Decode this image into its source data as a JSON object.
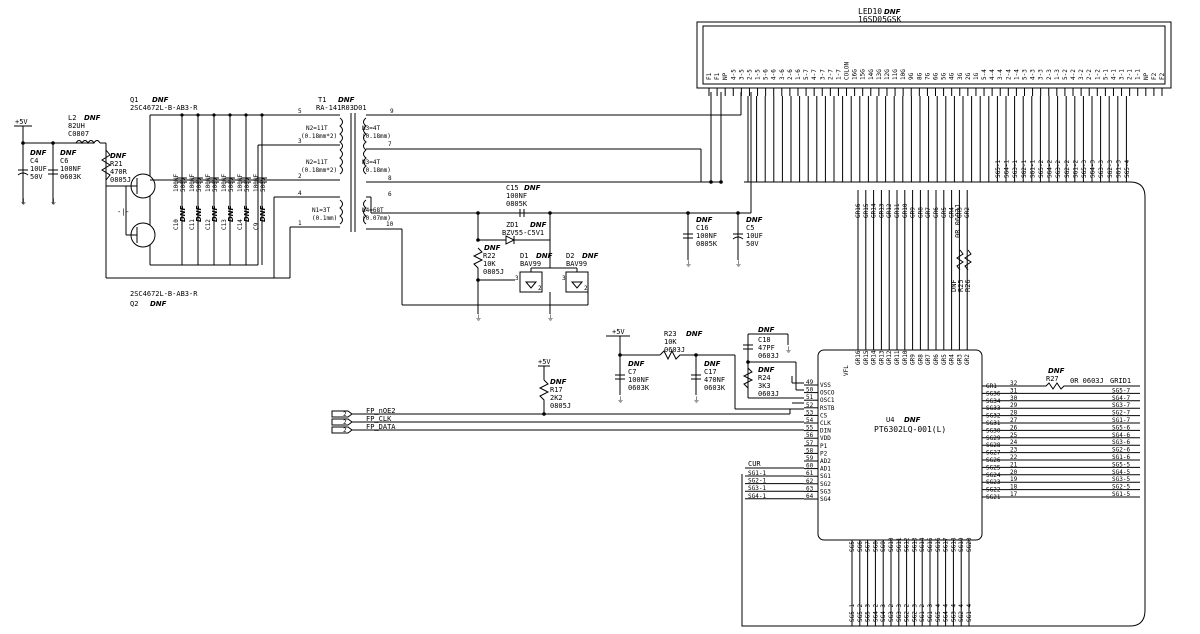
{
  "led": {
    "ref": "LED10",
    "dnf": "DNF",
    "part": "16SD05GSK",
    "pins_top": [
      "F1",
      "F1",
      "NP",
      "4-5",
      "3-5",
      "2-5",
      "1-5",
      "5-6",
      "4-6",
      "3-6",
      "2-6",
      "1-6",
      "5-7",
      "4-7",
      "3-7",
      "2-7",
      "1-7",
      "COLON",
      "16G",
      "15G",
      "14G",
      "13G",
      "12G",
      "11G",
      "10G",
      "9G",
      "8G",
      "7G",
      "6G",
      "5G",
      "4G",
      "3G",
      "2G",
      "1G",
      "5-4",
      "4-4",
      "3-4",
      "2-4",
      "1-4",
      "5-3",
      "4-3",
      "3-3",
      "2-3",
      "1-3",
      "5-2",
      "4-2",
      "3-2",
      "2-2",
      "1-2",
      "5-1",
      "4-1",
      "3-1",
      "2-1",
      "1-1",
      "NP",
      "F2",
      "F2"
    ]
  },
  "power": {
    "v5": "+5V"
  },
  "l2": {
    "ref": "L2",
    "dnf": "DNF",
    "val": "82UH",
    "pkg": "C0807"
  },
  "c4": {
    "ref": "C4",
    "dnf": "DNF",
    "val": "10UF",
    "volt": "50V"
  },
  "c6": {
    "ref": "C6",
    "dnf": "DNF",
    "val": "100NF",
    "pkg": "0603K"
  },
  "r21": {
    "ref": "R21",
    "dnf": "DNF",
    "val": "470R",
    "pkg": "0805J"
  },
  "q1": {
    "ref": "Q1",
    "dnf": "DNF",
    "part": "2SC4672L-B-AB3-R"
  },
  "q2": {
    "ref": "Q2",
    "dnf": "DNF",
    "part": "2SC4672L-B-AB3-R"
  },
  "t1": {
    "ref": "T1",
    "dnf": "DNF",
    "part": "RA-141R03D01",
    "windings": [
      "N2=11T",
      "(0.18mm*2)",
      "N2=11T",
      "(0.18mm*2)",
      "N1=3T",
      "(0.1mm)",
      "N3=4T",
      "(0.18mm)",
      "N3=4T",
      "(0.18mm)",
      "N4=68T",
      "(0.07mm)"
    ],
    "pins": [
      "5",
      "3",
      "2",
      "4",
      "1",
      "9",
      "7",
      "8",
      "6",
      "10"
    ]
  },
  "caps_bank": [
    "C10",
    "C11",
    "C12",
    "C13",
    "C14",
    "C9"
  ],
  "cap_vals": [
    "100NF",
    "500V"
  ],
  "c15": {
    "ref": "C15",
    "dnf": "DNF",
    "val": "100NF",
    "pkg": "0805K"
  },
  "zd1": {
    "ref": "ZD1",
    "dnf": "DNF",
    "part": "BZV55-C5V1"
  },
  "r22": {
    "ref": "R22",
    "dnf": "DNF",
    "val": "10K",
    "pkg": "0805J"
  },
  "d1": {
    "ref": "D1",
    "dnf": "DNF",
    "part": "BAV99"
  },
  "d2": {
    "ref": "D2",
    "dnf": "DNF",
    "part": "BAV99"
  },
  "c16": {
    "ref": "C16",
    "dnf": "DNF",
    "val": "100NF",
    "pkg": "0805K"
  },
  "c5": {
    "ref": "C5",
    "dnf": "DNF",
    "val": "10UF",
    "volt": "50V"
  },
  "r17": {
    "ref": "R17",
    "dnf": "DNF",
    "val": "2K2",
    "pkg": "0805J"
  },
  "c7": {
    "ref": "C7",
    "dnf": "DNF",
    "val": "100NF",
    "pkg": "0603K"
  },
  "r23": {
    "ref": "R23",
    "dnf": "DNF",
    "val": "10K",
    "pkg": "0603J"
  },
  "c17": {
    "ref": "C17",
    "dnf": "DNF",
    "val": "470NF",
    "pkg": "0603K"
  },
  "c18": {
    "ref": "C18",
    "dnf": "DNF",
    "val": "47PF",
    "pkg": "0603J"
  },
  "r24": {
    "ref": "R24",
    "dnf": "DNF",
    "val": "3K3",
    "pkg": "0603J"
  },
  "r27": {
    "ref": "R27",
    "dnf": "DNF",
    "val": "0R 0603J",
    "net": "GRID1"
  },
  "r25_26": {
    "refs": [
      "R25",
      "R26"
    ],
    "dnf": "DNF",
    "val": "0R 0603J"
  },
  "u4": {
    "ref": "U4",
    "dnf": "DNF",
    "part": "PT6302LQ-001(L)",
    "left_pins": [
      [
        "49",
        "VSS"
      ],
      [
        "50",
        "OSCO"
      ],
      [
        "51",
        "OSC1"
      ],
      [
        "52",
        "RSTB"
      ],
      [
        "53",
        "CS"
      ],
      [
        "54",
        "CLK"
      ],
      [
        "55",
        "DIN"
      ],
      [
        "56",
        "VDD"
      ],
      [
        "57",
        "P1"
      ],
      [
        "58",
        "P2"
      ],
      [
        "59",
        "AD2"
      ],
      [
        "60",
        "AD1"
      ],
      [
        "61",
        "SG1"
      ],
      [
        "62",
        "SG2"
      ],
      [
        "63",
        "SG3"
      ],
      [
        "64",
        "SG4"
      ]
    ],
    "right_pins": [
      [
        "32",
        "GR1"
      ],
      [
        "31",
        "SG36"
      ],
      [
        "30",
        "SG34"
      ],
      [
        "29",
        "SG33"
      ],
      [
        "28",
        "SG32"
      ],
      [
        "27",
        "SG31"
      ],
      [
        "26",
        "SG30"
      ],
      [
        "25",
        "SG29"
      ],
      [
        "24",
        "SG28"
      ],
      [
        "23",
        "SG27"
      ],
      [
        "22",
        "SG26"
      ],
      [
        "21",
        "SG25"
      ],
      [
        "20",
        "SG24"
      ],
      [
        "19",
        "SG23"
      ],
      [
        "18",
        "SG22"
      ],
      [
        "17",
        "SG21"
      ]
    ],
    "top_pins": [
      "GR16",
      "GR15",
      "GR14",
      "GR13",
      "GR12",
      "GR11",
      "GR10",
      "GR9",
      "GR8",
      "GR7",
      "GR6",
      "GR5",
      "GR4",
      "GR3",
      "GR2"
    ],
    "vfl": "VFL",
    "bottom_pins": [
      "SG5",
      "SG6",
      "SG7",
      "SG8",
      "SG9",
      "SG10",
      "SG11",
      "SG12",
      "SG13",
      "SG14",
      "SG15",
      "SG16",
      "SG17",
      "SG18",
      "SG19",
      "SG20"
    ]
  },
  "nets": {
    "left": [
      "FP_nOE2",
      "FP_CLK",
      "FP_DATA"
    ],
    "port_num": "2",
    "cur": "CUR",
    "sg_left": [
      "SG1-1",
      "SG2-1",
      "SG3-1",
      "SG4-1"
    ],
    "sg_right": [
      "SG5-7",
      "SG4-7",
      "SG3-7",
      "SG2-7",
      "SG1-7",
      "SG5-6",
      "SG4-6",
      "SG3-6",
      "SG2-6",
      "SG1-6",
      "SG5-5",
      "SG4-5",
      "SG3-5",
      "SG2-5",
      "SG1-5"
    ],
    "gr_top": [
      "GR16",
      "GR15",
      "GR14",
      "GR13",
      "GR12",
      "GR11",
      "GR10",
      "GR9",
      "GR8",
      "GR7",
      "GR6",
      "GR5",
      "GR4",
      "GR3",
      "GR2"
    ],
    "seg_bus": [
      "SG5-1",
      "SG4-1",
      "SG3-1",
      "SG2-1",
      "SG1-1",
      "SG5-2",
      "SG4-2",
      "SG3-2",
      "SG2-2",
      "SG1-2",
      "SG5-3",
      "SG4-3",
      "SG3-3",
      "SG2-3",
      "SG1-3",
      "SG5-4"
    ],
    "bottom_bus": [
      "SG5-1",
      "SG5-2",
      "SG5-3",
      "SG4-2",
      "SG4-3",
      "SG3-2",
      "SG3-3",
      "SG2-2",
      "SG2-3",
      "SG1-2",
      "SG1-3",
      "SG5-4",
      "SG4-4",
      "SG3-4",
      "SG2-4",
      "SG1-4"
    ]
  }
}
